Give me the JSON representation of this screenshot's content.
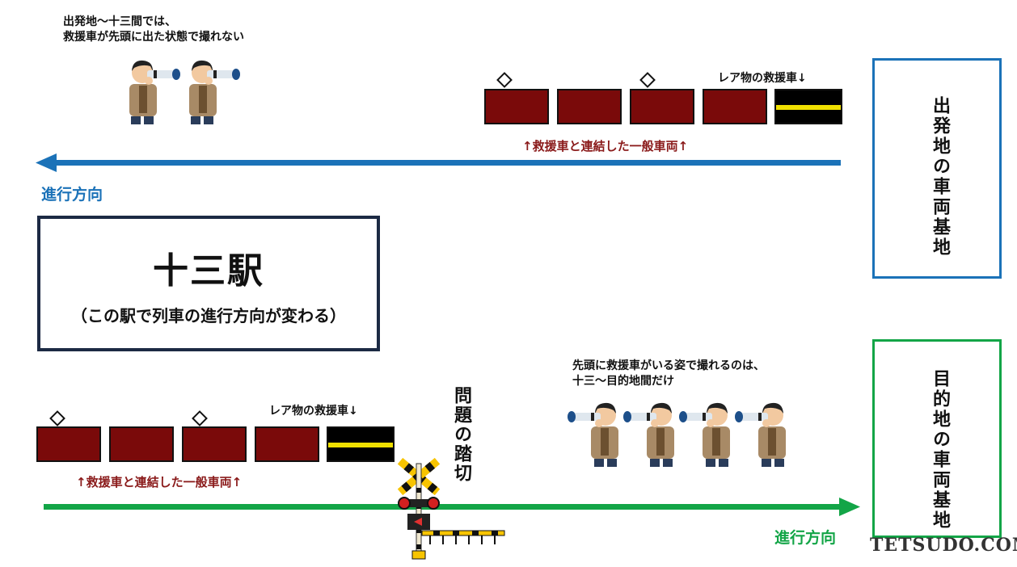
{
  "top_section": {
    "photographer_note": [
      "出発地～十三間では、",
      "救援車が先頭に出た状態で撮れない"
    ],
    "rare_label": "レア物の救援車↓",
    "cars_caption": "↑救援車と連結した一般車両↑",
    "direction_label": "進行方向"
  },
  "station": {
    "name": "十三駅",
    "subtitle": "（この駅で列車の進行方向が変わる）"
  },
  "bottom_section": {
    "photographer_note": [
      "先頭に救援車がいる姿で撮れるのは、",
      "十三～目的地間だけ"
    ],
    "rare_label": "レア物の救援車↓",
    "cars_caption": "↑救援車と連結した一般車両↑",
    "direction_label": "進行方向",
    "crossing_label": "問題の踏切"
  },
  "depots": {
    "origin": "出発地の車両基地",
    "destination": "目的地の車両基地"
  },
  "logo": "TETSUDO.COM",
  "colors": {
    "blue_track": "#1b72b8",
    "green_track": "#13a547",
    "general_car": "#7a0a0a",
    "rescue_car": "#000000",
    "rescue_stripe": "#f0e000",
    "station_border": "#1c2a44"
  },
  "icons": [
    "photographer-with-telephoto-lens",
    "railroad-crossing-signal",
    "crossing-gate",
    "pantograph"
  ]
}
